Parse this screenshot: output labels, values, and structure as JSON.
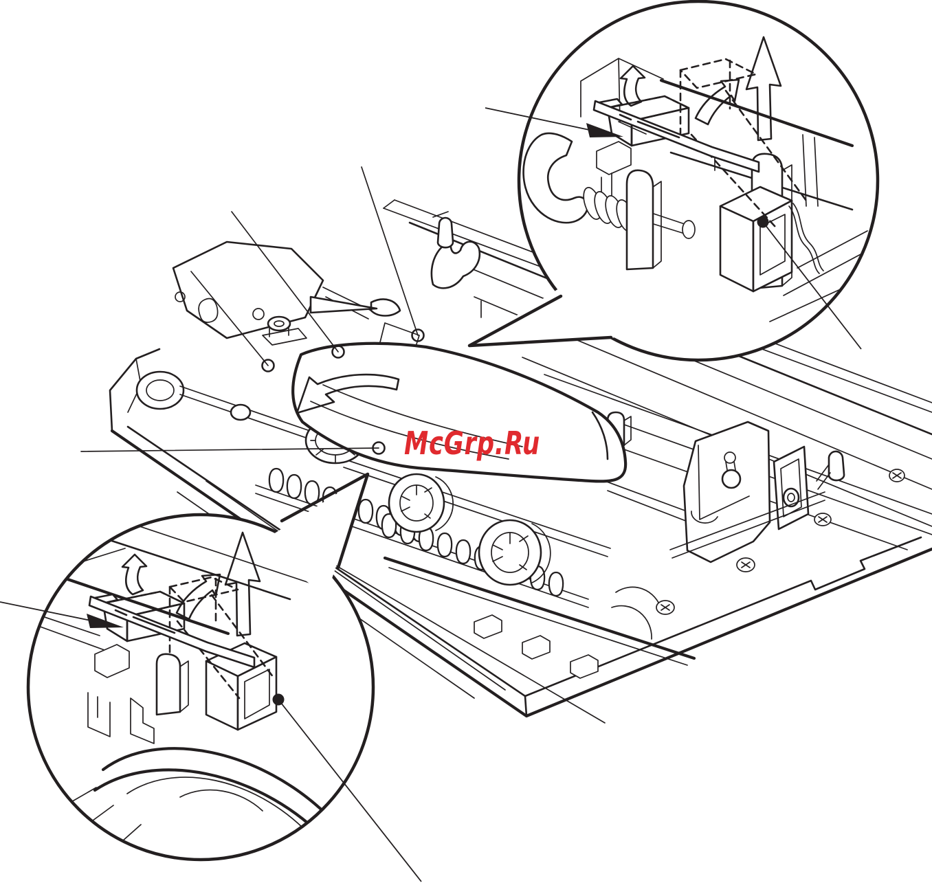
{
  "figure": {
    "kind": "service-manual-diagram",
    "watermark": {
      "text": "McGrp.Ru",
      "color": "#e02a2e"
    },
    "colors": {
      "ink": "#231f20",
      "background": "#ffffff",
      "arrow_blue": "#2e3192",
      "part_red": "#e8212d",
      "part_pink": "#f4899f"
    },
    "main_view": {
      "subject": "printer-chassis-mechanism",
      "rotation_arrow": "curved-left-arrow",
      "leader_dot_count": 6
    },
    "callouts": [
      {
        "id": "upper-right",
        "shape": "circle-with-pointer-tail",
        "highlight_part": "lock-lever-red",
        "ghost_style": "dashed-outline",
        "arrows": [
          "small-curved-up-arrow",
          "curved-up-right-arrow",
          "large-straight-up-arrow"
        ],
        "pointer_leader": "black-solid-arrowhead-from-left"
      },
      {
        "id": "lower-left",
        "shape": "circle-with-pointer-tail",
        "highlight_part": "lock-lever-red",
        "ghost_style": "dashed-outline",
        "arrows": [
          "small-curved-up-arrow",
          "curved-up-right-arrow",
          "large-straight-up-arrow"
        ],
        "pointer_leader": "black-solid-arrowhead-from-left"
      }
    ]
  }
}
